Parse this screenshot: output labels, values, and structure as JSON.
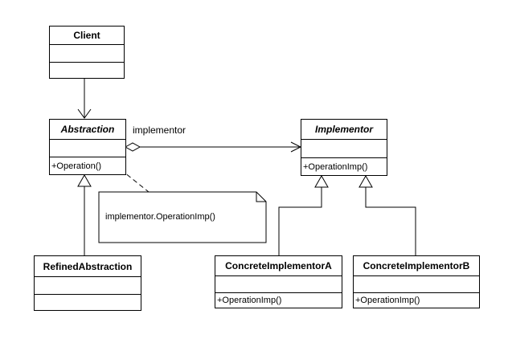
{
  "classes": {
    "client": {
      "name": "Client"
    },
    "abstraction": {
      "name": "Abstraction",
      "operation": "+Operation()"
    },
    "implementor": {
      "name": "Implementor",
      "operation": "+OperationImp()"
    },
    "refined": {
      "name": "RefinedAbstraction"
    },
    "concrete_a": {
      "name": "ConcreteImplementorA",
      "operation": "+OperationImp()"
    },
    "concrete_b": {
      "name": "ConcreteImplementorB",
      "operation": "+OperationImp()"
    }
  },
  "association_label": "implementor",
  "note": "implementor.OperationImp()"
}
